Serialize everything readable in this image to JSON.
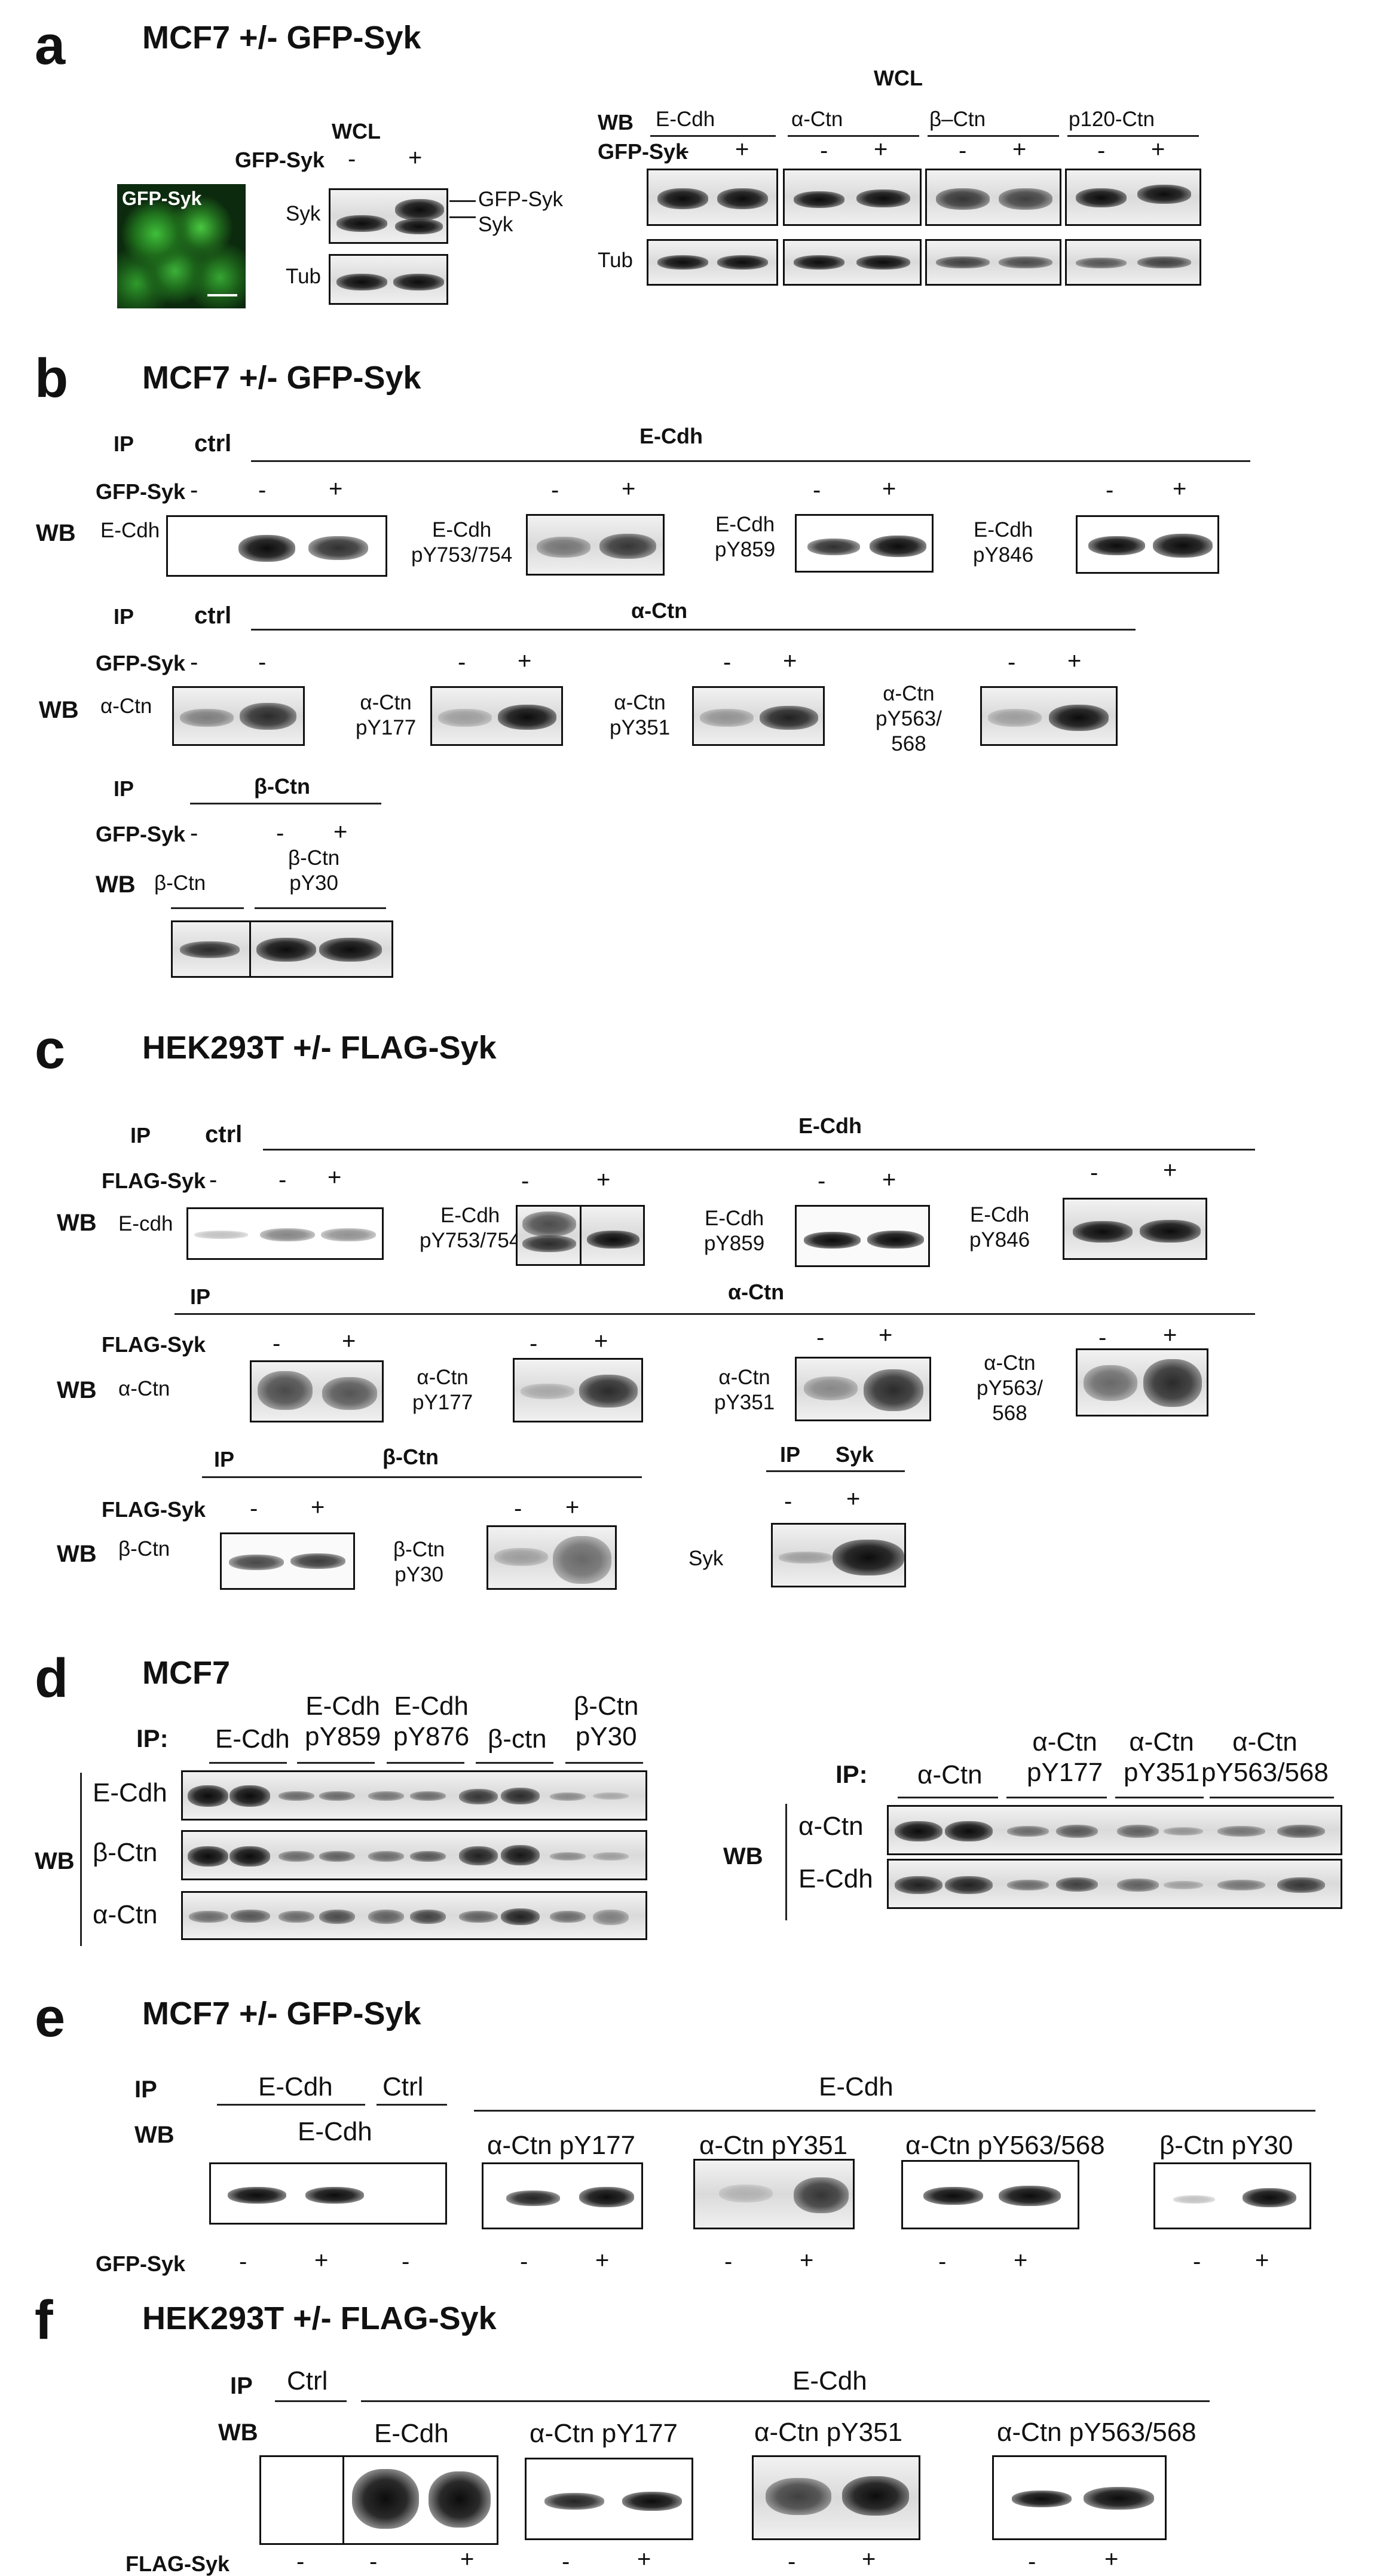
{
  "panels": {
    "a": {
      "letter": "a",
      "title": "MCF7 +/- GFP-Syk",
      "image_label": "GFP-Syk",
      "wcl_left": "WCL",
      "gfp_syk": "GFP-Syk",
      "minus": "-",
      "plus": "+",
      "syk": "Syk",
      "tub": "Tub",
      "gfp_syk_arrow": "GFP-Syk",
      "syk_arrow": "Syk",
      "wcl_right": "WCL",
      "wb": "WB",
      "targets": [
        "E-Cdh",
        "α-Ctn",
        "β–Ctn",
        "p120-Ctn"
      ]
    },
    "b": {
      "letter": "b",
      "title": "MCF7 +/- GFP-Syk",
      "ip": "IP",
      "ctrl": "ctrl",
      "ecdh": "E-Cdh",
      "actn": "α-Ctn",
      "bctn": "β-Ctn",
      "gfp_syk": "GFP-Syk",
      "wb": "WB",
      "minus": "-",
      "plus": "+",
      "row1": [
        "E-Cdh",
        "E-Cdh\npY753/754",
        "E-Cdh\npY859",
        "E-Cdh\npY846"
      ],
      "row2": [
        "α-Ctn",
        "α-Ctn\npY177",
        "α-Ctn\npY351",
        "α-Ctn\npY563/\n568"
      ],
      "row3": [
        "β-Ctn",
        "β-Ctn\npY30"
      ]
    },
    "c": {
      "letter": "c",
      "title": "HEK293T +/-  FLAG-Syk",
      "ip": "IP",
      "ctrl": "ctrl",
      "ecdh": "E-Cdh",
      "actn": "α-Ctn",
      "bctn": "β-Ctn",
      "syk": "Syk",
      "flag_syk": "FLAG-Syk",
      "wb": "WB",
      "minus": "-",
      "plus": "+",
      "row1": [
        "E-cdh",
        "E-Cdh\npY753/754",
        "E-Cdh\npY859",
        "E-Cdh\npY846"
      ],
      "row2": [
        "α-Ctn",
        "α-Ctn\npY177",
        "α-Ctn\npY351",
        "α-Ctn\npY563/\n568"
      ],
      "row3": [
        "β-Ctn",
        "β-Ctn\npY30",
        "Syk"
      ]
    },
    "d": {
      "letter": "d",
      "title": "MCF7",
      "ip": "IP:",
      "wb": "WB",
      "left_ip": [
        "E-Cdh",
        "E-Cdh\npY859",
        "E-Cdh\npY876",
        "β-ctn",
        "β-Ctn\npY30"
      ],
      "left_rows": [
        "E-Cdh",
        "β-Ctn",
        "α-Ctn"
      ],
      "right_ip": [
        "α-Ctn",
        "α-Ctn\npY177",
        "α-Ctn\npY351",
        "α-Ctn\npY563/568"
      ],
      "right_rows": [
        "α-Ctn",
        "E-Cdh"
      ]
    },
    "e": {
      "letter": "e",
      "title": "MCF7 +/- GFP-Syk",
      "ip": "IP",
      "wb": "WB",
      "ip_ecdh_left": "E-Cdh",
      "ctrl": "Ctrl",
      "ip_ecdh_right": "E-Cdh",
      "wb_ecdh": "E-Cdh",
      "blots": [
        "α-Ctn pY177",
        "α-Ctn pY351",
        "α-Ctn pY563/568",
        "β-Ctn pY30"
      ],
      "gfp_syk": "GFP-Syk",
      "minus": "-",
      "plus": "+"
    },
    "f": {
      "letter": "f",
      "title": "HEK293T +/-  FLAG-Syk",
      "ip": "IP",
      "wb": "WB",
      "ctrl": "Ctrl",
      "ip_ecdh": "E-Cdh",
      "blots": [
        "E-Cdh",
        "α-Ctn pY177",
        "α-Ctn pY351",
        "α-Ctn pY563/568"
      ],
      "flag_syk": "FLAG-Syk",
      "minus": "-",
      "plus": "+"
    }
  }
}
